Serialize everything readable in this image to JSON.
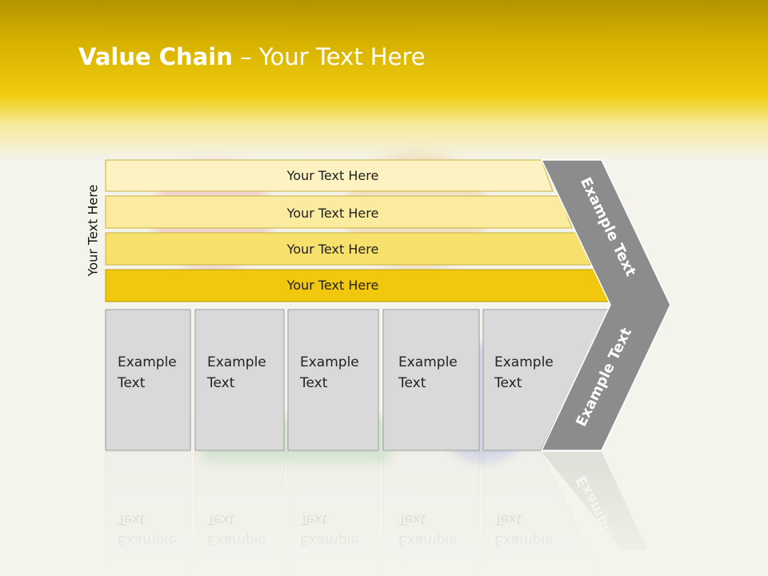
{
  "title": {
    "bold": "Value Chain",
    "rest": " – Your Text Here"
  },
  "side_label": "Your Text Here",
  "rows": [
    {
      "label": "Your Text Here",
      "color": "#fcf2c2"
    },
    {
      "label": "Your Text Here",
      "color": "#faeb9e"
    },
    {
      "label": "Your Text Here",
      "color": "#f7e06b"
    },
    {
      "label": "Your Text Here",
      "color": "#f2c80f"
    }
  ],
  "cells": [
    {
      "line1": "Example",
      "line2": "Text"
    },
    {
      "line1": "Example",
      "line2": "Text"
    },
    {
      "line1": "Example",
      "line2": "Text"
    },
    {
      "line1": "Example",
      "line2": "Text"
    },
    {
      "line1": "Example",
      "line2": "Text"
    }
  ],
  "chevron": {
    "upper": "Example Text",
    "lower": "Example Text",
    "color": "#8c8c8c"
  },
  "colors": {
    "header": "#e6c200",
    "cell_fill": "#d9d9d9",
    "cell_stroke": "#9a9a9a"
  }
}
